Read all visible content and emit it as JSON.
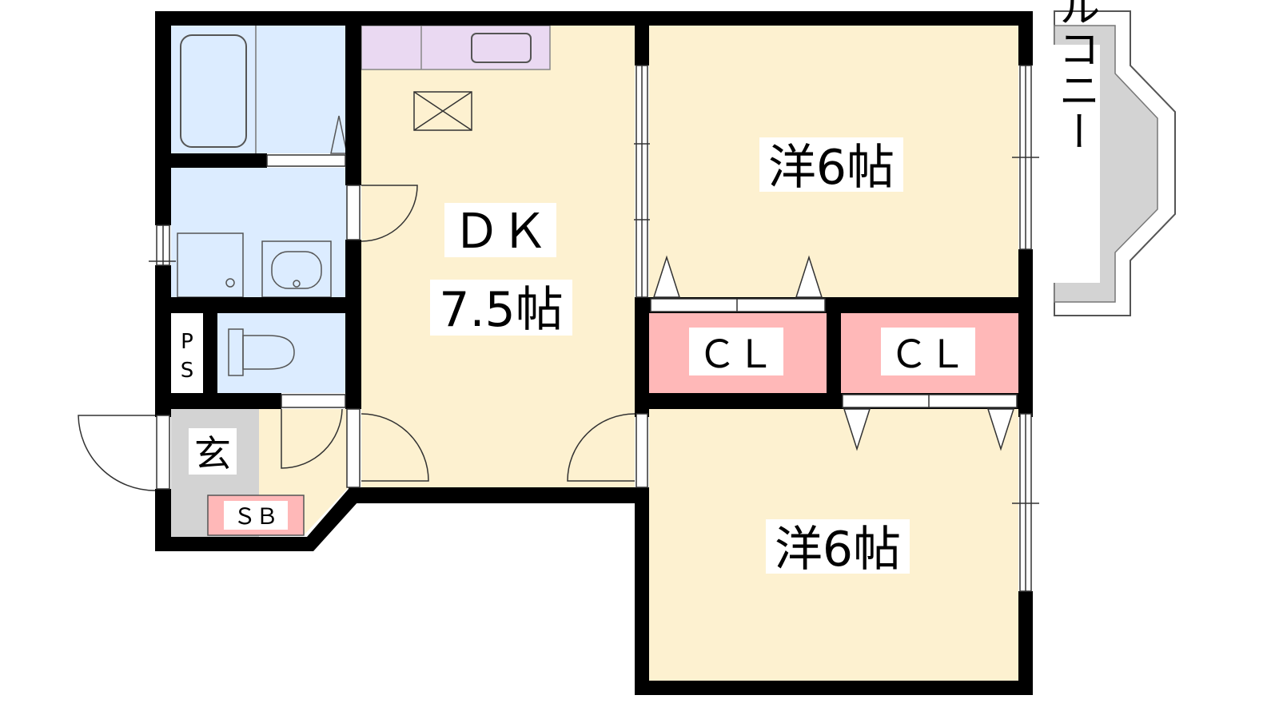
{
  "colors": {
    "wall": "#000000",
    "room_floor": "#fdf1d0",
    "wet_area": "#dcecff",
    "kitchen_counter": "#ead9f2",
    "closet": "#ffb8b8",
    "entrance": "#d3d3d3",
    "balcony": "#d3d3d3",
    "label_background": "#ffffff"
  },
  "rooms": {
    "dk_label_1": "ＤＫ",
    "dk_label_2": "7.5帖",
    "western_room_top": "洋6帖",
    "western_room_bottom": "洋6帖",
    "closet_left": "ＣＬ",
    "closet_right": "ＣＬ",
    "entrance": "玄",
    "shoe_box": "ＳＢ",
    "pipe_space_1": "P",
    "pipe_space_2": "S",
    "balcony": "バルコニー"
  }
}
